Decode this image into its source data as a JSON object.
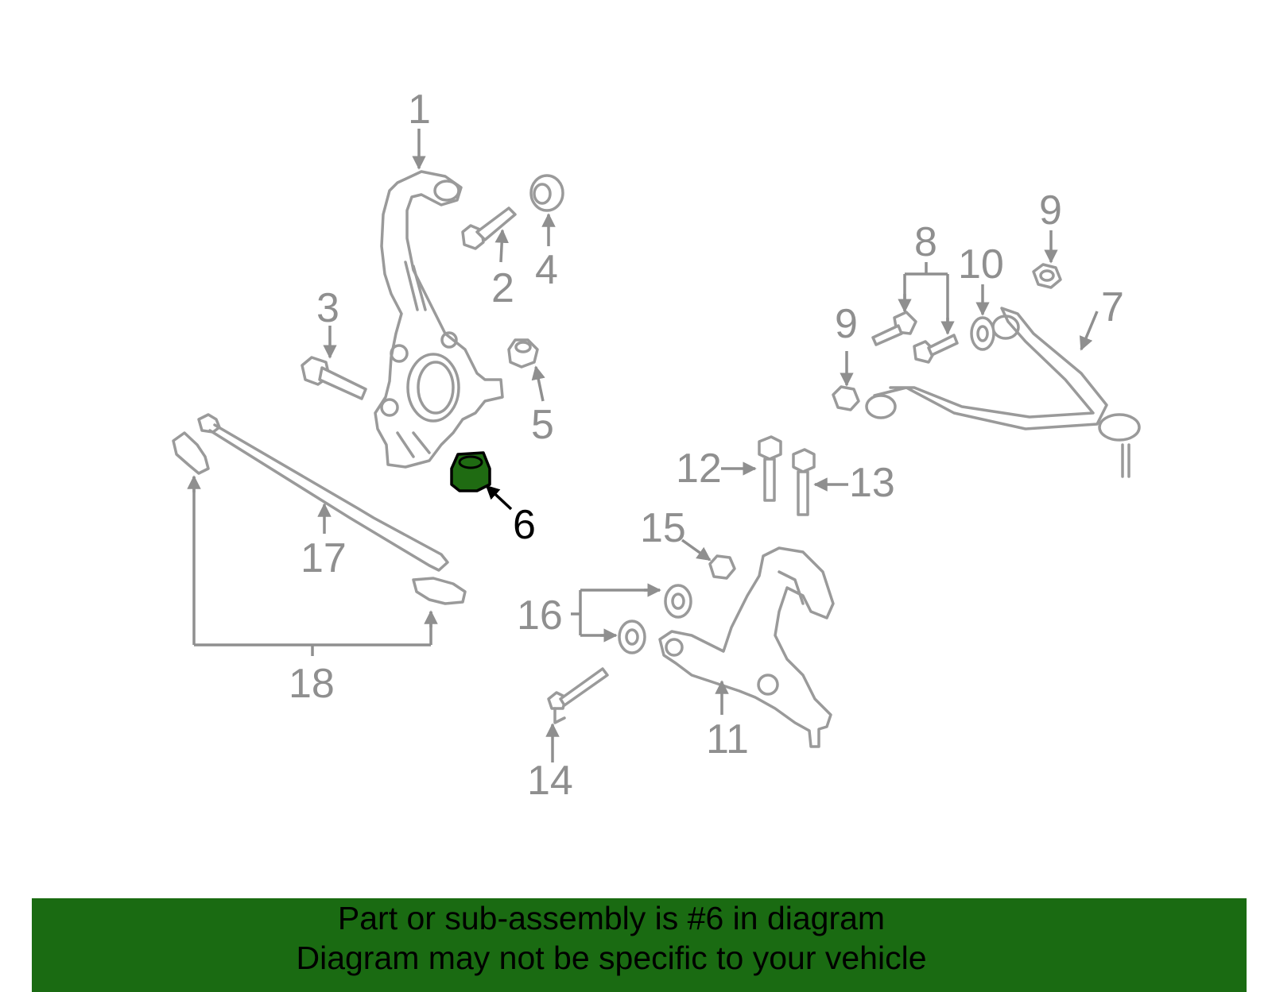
{
  "diagram": {
    "highlighted_part": "6",
    "callouts": [
      "1",
      "2",
      "3",
      "4",
      "5",
      "6",
      "7",
      "8",
      "9",
      "9",
      "10",
      "11",
      "12",
      "13",
      "14",
      "15",
      "16",
      "17",
      "18"
    ],
    "colors": {
      "highlight": "#1f6b12",
      "banner": "#1a6b12",
      "line": "#9a9a9a"
    }
  },
  "banner": {
    "line1": "Part or sub-assembly is #6 in diagram",
    "line2": "Diagram may not be specific to your vehicle"
  }
}
